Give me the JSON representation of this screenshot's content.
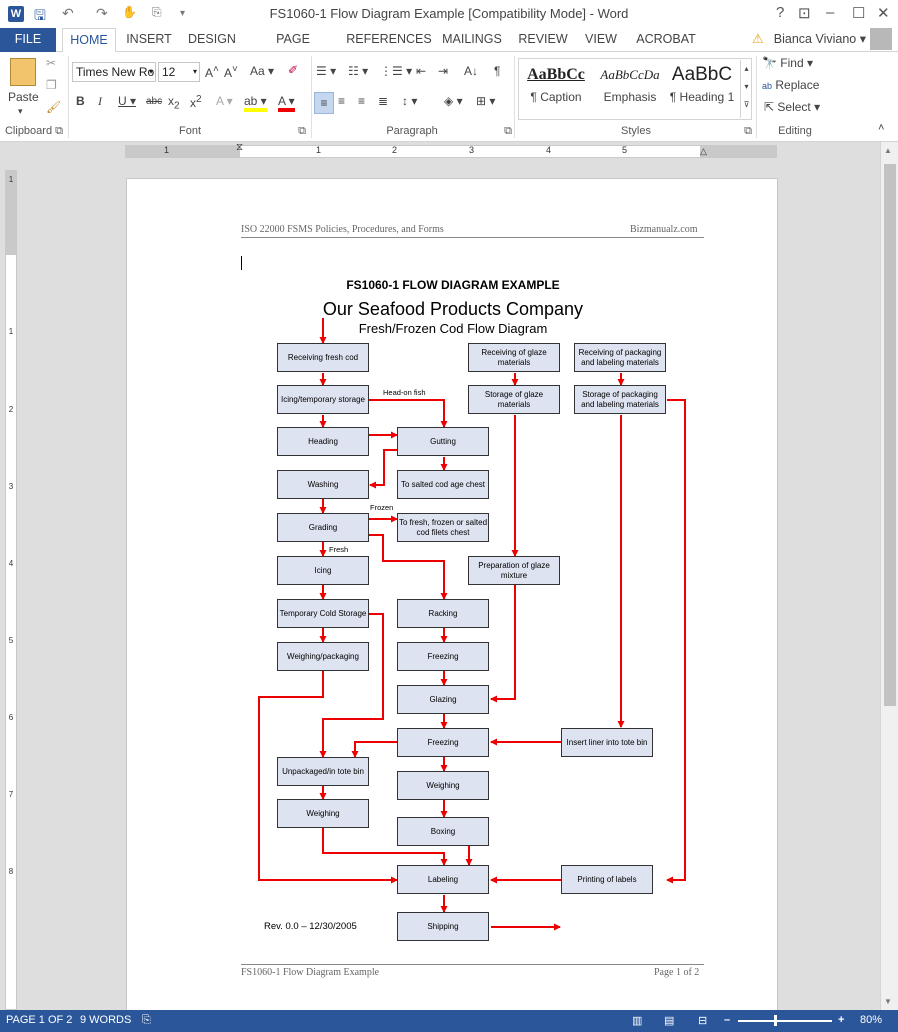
{
  "window": {
    "title": "FS1060-1 Flow Diagram Example [Compatibility Mode] - Word",
    "controls": [
      "?",
      "⊡",
      "–",
      "☐",
      "✕"
    ]
  },
  "tabs": {
    "file": "FILE",
    "items": [
      "HOME",
      "INSERT",
      "DESIGN",
      "PAGE LAYOUT",
      "REFERENCES",
      "MAILINGS",
      "REVIEW",
      "VIEW",
      "ACROBAT"
    ],
    "active": "HOME",
    "user": "Bianca Viviano"
  },
  "ribbon": {
    "clipboard": {
      "paste": "Paste",
      "label": "Clipboard"
    },
    "font": {
      "name": "Times New Ro",
      "size": "12",
      "label": "Font"
    },
    "paragraph": {
      "label": "Paragraph"
    },
    "styles": {
      "label": "Styles",
      "items": [
        {
          "sample": "AaBbCc",
          "name": "¶ Caption"
        },
        {
          "sample": "AaBbCcDa",
          "name": "Emphasis"
        },
        {
          "sample": "AaBbC",
          "name": "¶ Heading 1"
        }
      ]
    },
    "editing": {
      "find": "Find",
      "replace": "Replace",
      "select": "Select",
      "label": "Editing"
    }
  },
  "ruler": {
    "numbers": [
      "1",
      "1",
      "2",
      "3",
      "4",
      "5"
    ]
  },
  "vruler": {
    "numbers": [
      "1",
      "1",
      "2",
      "3",
      "4",
      "5",
      "6",
      "7",
      "8"
    ]
  },
  "document": {
    "header_left": "ISO 22000 FSMS Policies, Procedures, and Forms",
    "header_right": "Bizmanualz.com",
    "title": "FS1060-1 FLOW DIAGRAM EXAMPLE",
    "company": "Our Seafood Products Company",
    "subtitle": "Fresh/Frozen Cod Flow Diagram",
    "revision": "Rev. 0.0 – 12/30/2005",
    "footer_left": "FS1060-1 Flow Diagram Example",
    "footer_right": "Page 1 of 2"
  },
  "flow": {
    "nodes": {
      "receiving_cod": "Receiving fresh cod",
      "icing_storage": "Icing/temporary storage",
      "heading": "Heading",
      "washing": "Washing",
      "grading": "Grading",
      "icing": "Icing",
      "cold_storage": "Temporary Cold Storage",
      "weighing_packaging": "Weighing/packaging",
      "unpackaged": "Unpackaged/in tote bin",
      "weighing_left": "Weighing",
      "gutting": "Gutting",
      "salted_age": "To salted cod age chest",
      "fresh_frozen": "To fresh, frozen or salted cod filets chest",
      "racking": "Racking",
      "freezing1": "Freezing",
      "glazing": "Glazing",
      "freezing2": "Freezing",
      "weighing_mid": "Weighing",
      "boxing": "Boxing",
      "labeling": "Labeling",
      "shipping": "Shipping",
      "receiving_glaze": "Receiving of glaze materials",
      "storage_glaze": "Storage of glaze materials",
      "prep_glaze": "Preparation of glaze mixture",
      "receiving_pack": "Receiving of packaging and labeling materials",
      "storage_pack": "Storage of packaging and labeling materials",
      "liner": "Insert liner into tote bin",
      "printing": "Printing of labels"
    },
    "edge_labels": {
      "head_on": "Head-on fish",
      "frozen": "Frozen",
      "fresh": "Fresh"
    }
  },
  "statusbar": {
    "page": "PAGE 1 OF 2",
    "words": "9 WORDS",
    "zoom": "80%"
  }
}
